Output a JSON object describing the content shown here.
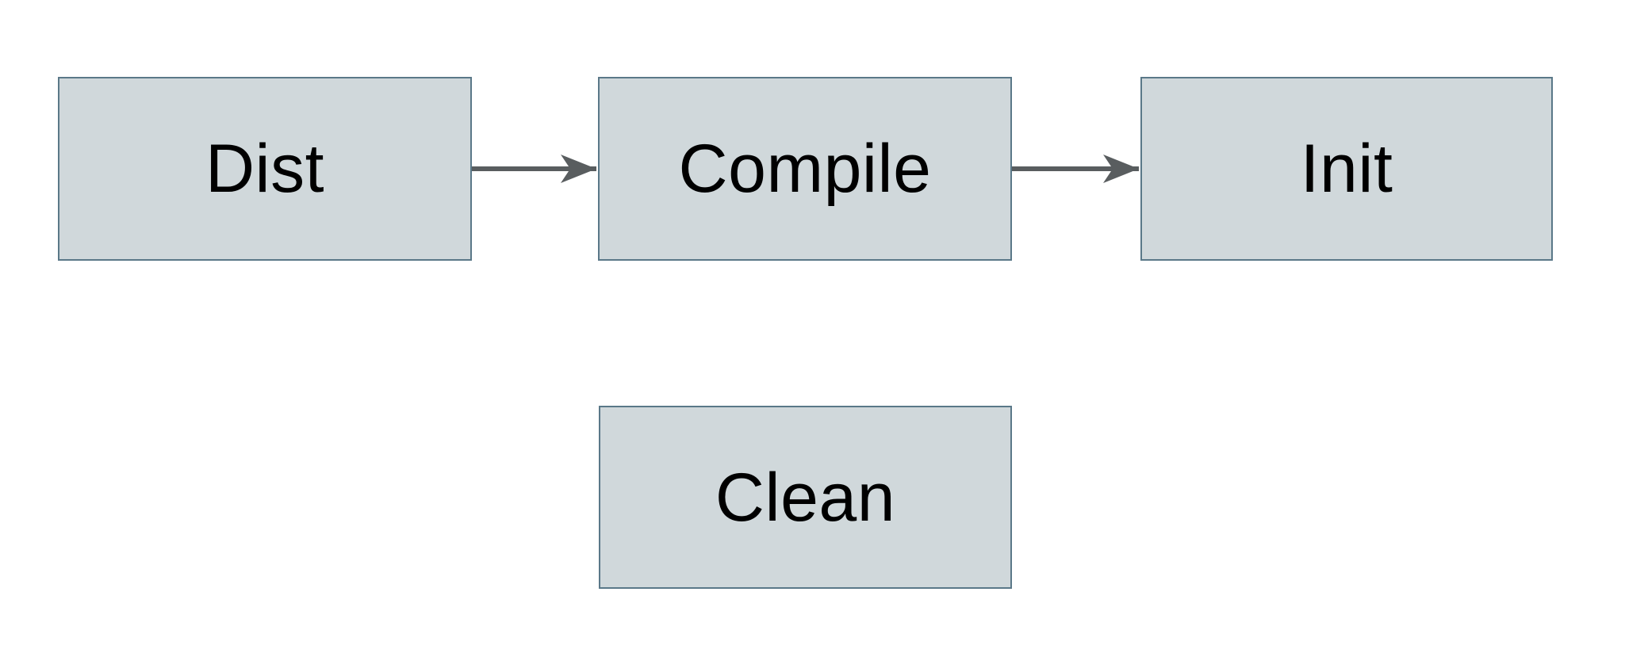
{
  "diagram": {
    "nodes": [
      {
        "id": "dist",
        "label": "Dist"
      },
      {
        "id": "compile",
        "label": "Compile"
      },
      {
        "id": "init",
        "label": "Init"
      },
      {
        "id": "clean",
        "label": "Clean"
      }
    ],
    "edges": [
      {
        "from": "dist",
        "to": "compile"
      },
      {
        "from": "compile",
        "to": "init"
      }
    ]
  },
  "colors": {
    "canvas_background": "#ffffff",
    "node_fill": "#d0d8db",
    "node_border": "#5a7888",
    "node_text": "#000000",
    "arrow": "#595d5f"
  }
}
